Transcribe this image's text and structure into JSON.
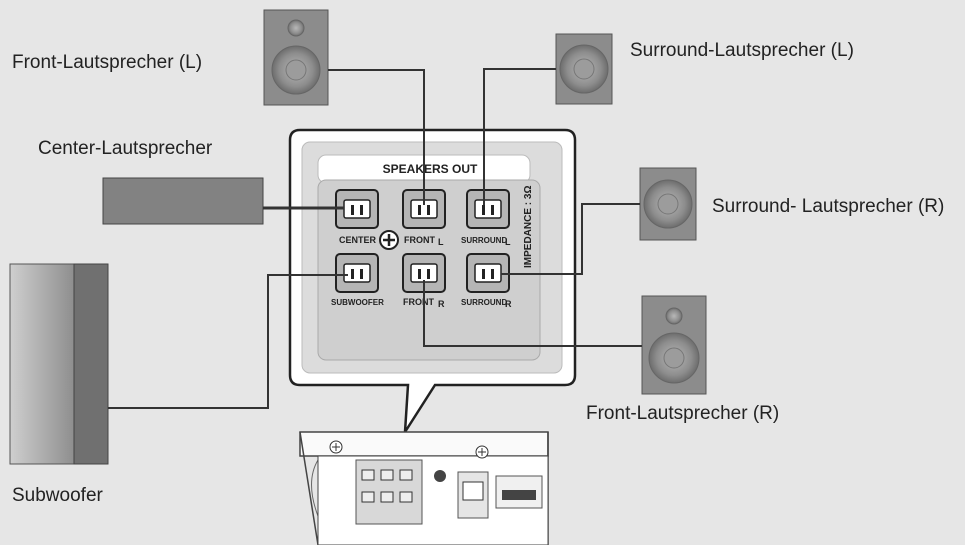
{
  "labels": {
    "front_left": "Front-Lautsprecher (L)",
    "surround_left": "Surround-Lautsprecher (L)",
    "center": "Center-Lautsprecher",
    "surround_right": "Surround- Lautsprecher (R)",
    "front_right": "Front-Lautsprecher (R)",
    "subwoofer": "Subwoofer"
  },
  "panel": {
    "title": "SPEAKERS OUT",
    "impedance": "IMPEDANCE : 3Ω",
    "terminals": {
      "center": "CENTER",
      "front_l": "FRONT",
      "front_l_side": "L",
      "surround_l": "SURROUND",
      "surround_l_side": "L",
      "subwoofer": "SUBWOOFER",
      "front_r": "FRONT",
      "front_r_side": "R",
      "surround_r": "SURROUND",
      "surround_r_side": "R"
    }
  },
  "colors": {
    "background": "#e6e6e6",
    "speaker_gray": "#8a8a8a",
    "wire": "#333333"
  }
}
